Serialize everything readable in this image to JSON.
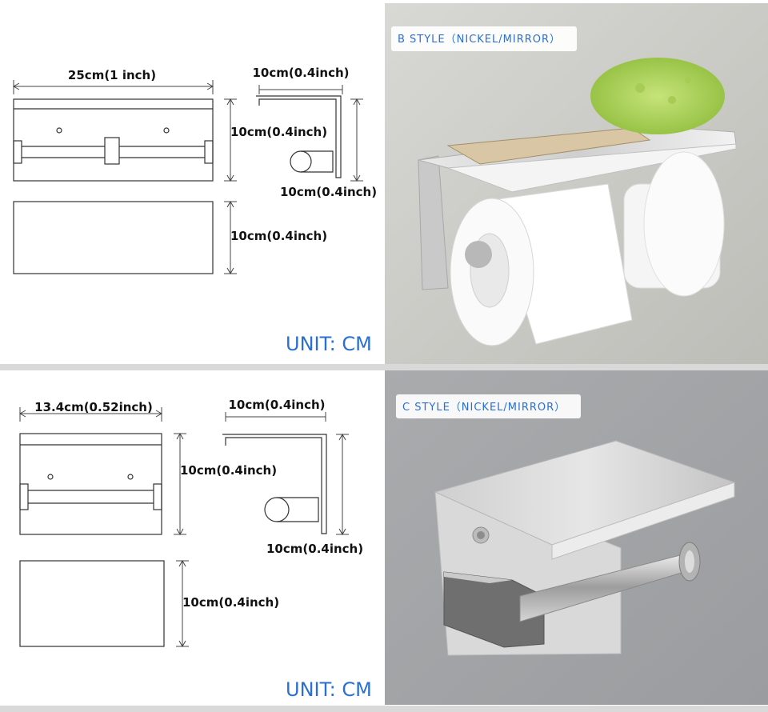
{
  "panels": [
    {
      "id": "b",
      "width_label": "25cm(1 inch)",
      "side_top_label": "10cm(0.4inch)",
      "front_height_label": "10cm(0.4inch)",
      "side_height_label": "10cm(0.4inch)",
      "box_height_label": "10cm(0.4inch)",
      "unit_label": "UNIT: CM",
      "style_label": "B STYLE（NICKEL/MIRROR）"
    },
    {
      "id": "c",
      "width_label": "13.4cm(0.52inch)",
      "side_top_label": "10cm(0.4inch)",
      "front_height_label": "10cm(0.4inch)",
      "side_height_label": "10cm(0.4inch)",
      "box_height_label": "10cm(0.4inch)",
      "unit_label": "UNIT: CM",
      "style_label": "C STYLE（NICKEL/MIRROR）"
    }
  ],
  "colors": {
    "accent": "#2a6fd1",
    "line": "#333333"
  }
}
